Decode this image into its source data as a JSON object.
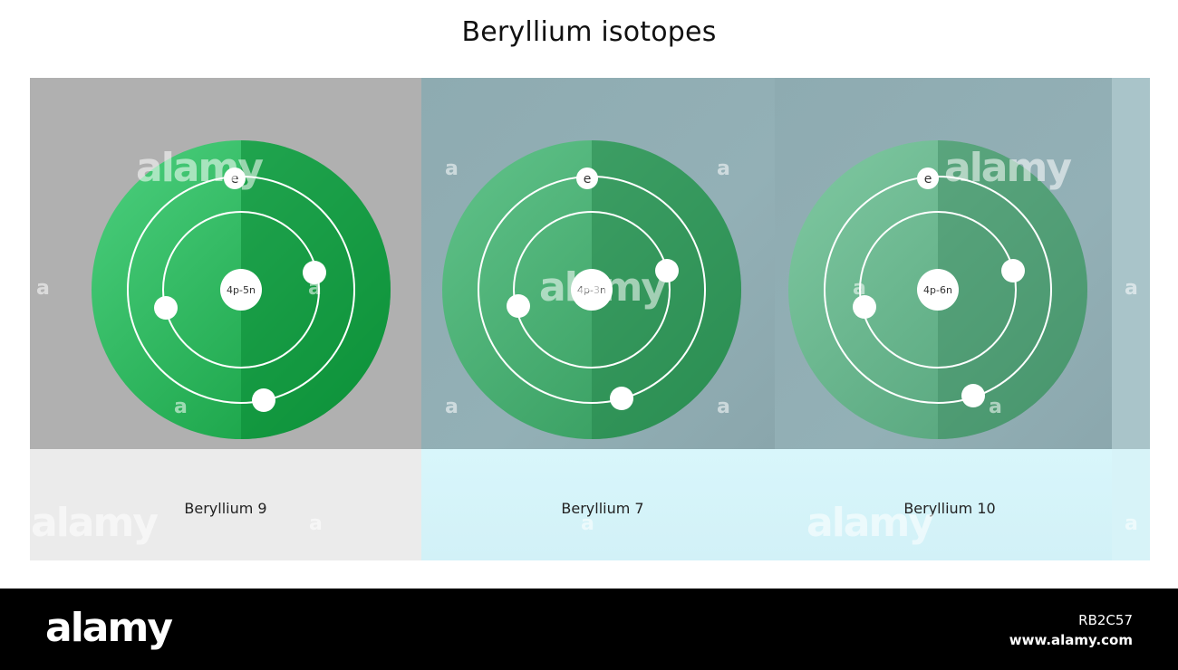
{
  "title": "Beryllium isotopes",
  "isotopes": [
    {
      "name": "Beryllium 9",
      "nucleus": "4p-5n",
      "electron_label": "e",
      "color_dark": "#00782a",
      "color_light": "#3fbf6e"
    },
    {
      "name": "Beryllium 7",
      "nucleus": "4p-3n",
      "electron_label": "e",
      "color_dark": "#2a8c52",
      "color_light": "#5ec287"
    },
    {
      "name": "Beryllium 10",
      "nucleus": "4p-6n",
      "electron_label": "e",
      "color_dark": "#4a9a72",
      "color_light": "#78c39c"
    }
  ],
  "colors": {
    "panel1_top": "#b0b0b0",
    "panel1_bottom": "#ebebeb",
    "panel_blue_top": "#8eabb1",
    "panel_blue_bottom": "#d8f6fb"
  },
  "watermark": {
    "brand": "alamy",
    "image_code": "RB2C57",
    "url": "www.alamy.com",
    "small_mark": "a"
  }
}
